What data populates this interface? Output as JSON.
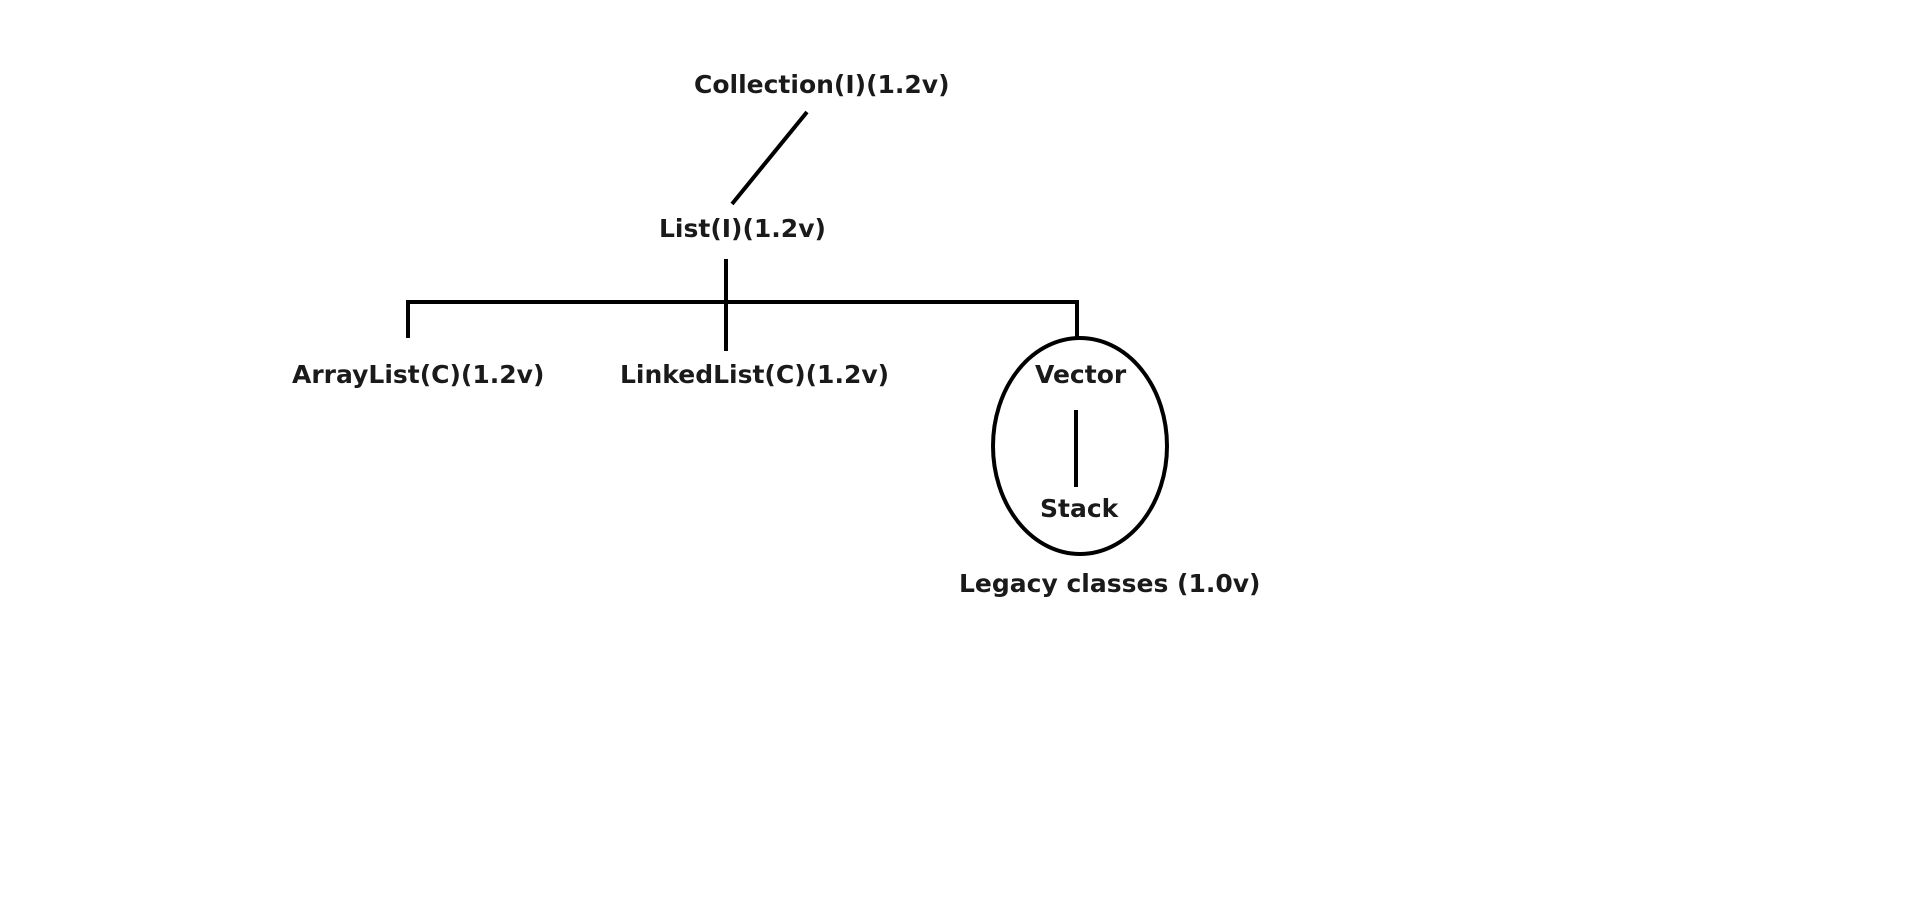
{
  "diagram": {
    "nodes": {
      "collection": "Collection(I)(1.2v)",
      "list": "List(I)(1.2v)",
      "arraylist": "ArrayList(C)(1.2v)",
      "linkedlist": "LinkedList(C)(1.2v)",
      "vector": "Vector",
      "stack": "Stack"
    },
    "group_caption": "Legacy classes (1.0v)",
    "line_color": "#000000",
    "text_color": "#1a1a1a"
  }
}
